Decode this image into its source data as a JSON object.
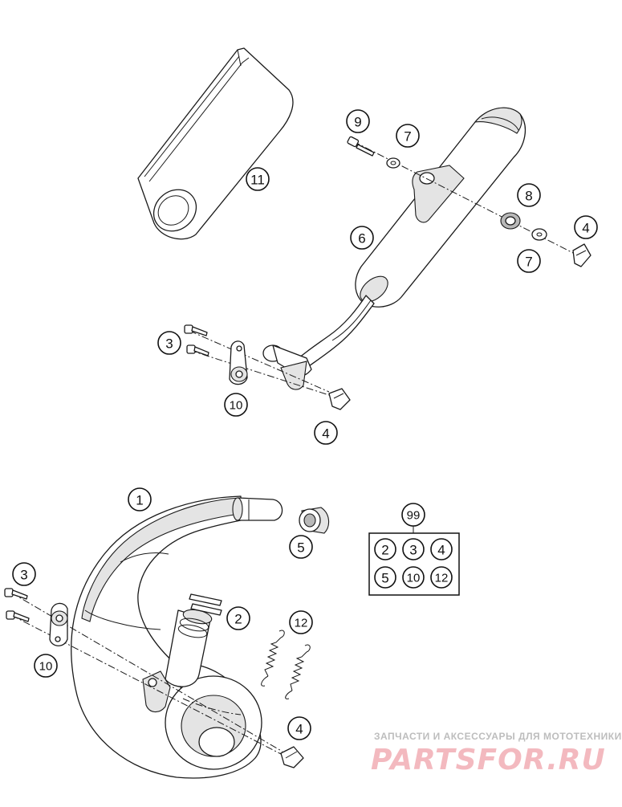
{
  "callouts": {
    "c1": "1",
    "c2": "2",
    "c3a": "3",
    "c3b": "3",
    "c4a": "4",
    "c4b": "4",
    "c4c": "4",
    "c5": "5",
    "c6": "6",
    "c7a": "7",
    "c7b": "7",
    "c8": "8",
    "c9": "9",
    "c10a": "10",
    "c10b": "10",
    "c11": "11",
    "c12": "12"
  },
  "kit": {
    "number": "99",
    "contents": [
      "2",
      "3",
      "4",
      "5",
      "10",
      "12"
    ]
  },
  "watermark": {
    "tagline": "ЗАПЧАСТИ И АКСЕССУАРЫ ДЛЯ МОТОТЕХНИКИ",
    "brand": "PARTSFOR.RU"
  }
}
